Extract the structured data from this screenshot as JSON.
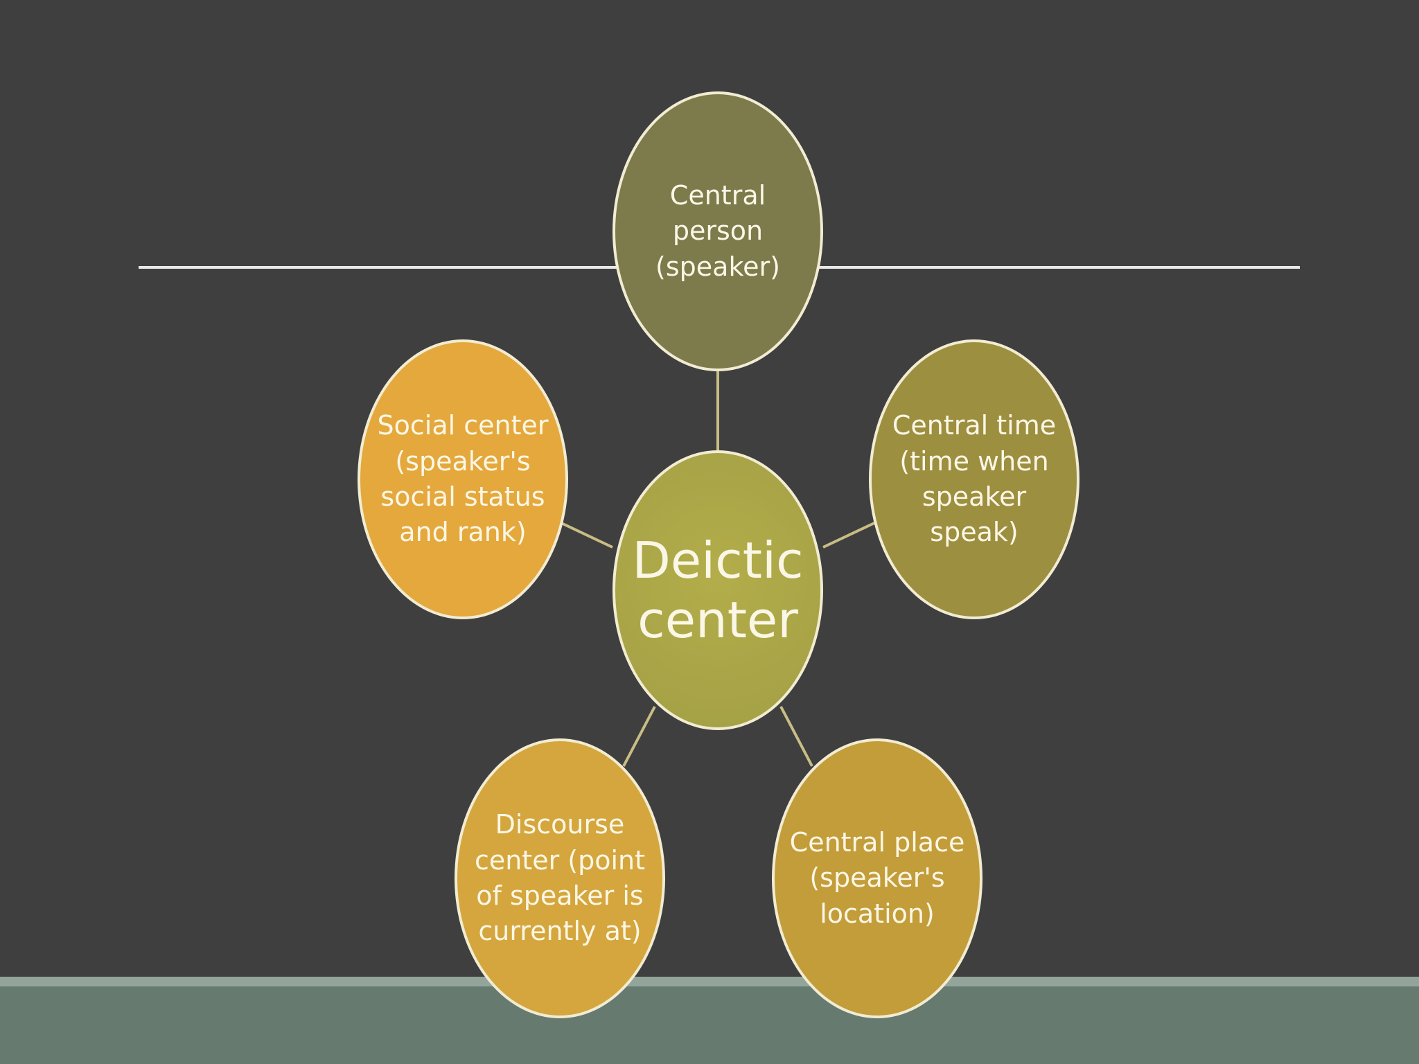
{
  "diagram": {
    "center": "Deictic\ncenter",
    "top": "Central\nperson\n(speaker)",
    "right": "Central time\n(time when\nspeaker\nspeak)",
    "left": "Social center\n(speaker's\nsocial status\nand rank)",
    "bottom_left": "Discourse\ncenter (point\nof speaker is\ncurrently at)",
    "bottom_right": "Central place\n(speaker's\nlocation)"
  },
  "colors": {
    "background": "#3f3f3f",
    "footer": "#667a70",
    "center": "#aaa547",
    "top": "#7d7a4c",
    "right": "#9d8f40",
    "left": "#e4a83d",
    "bottom_left": "#d4a63d",
    "bottom_right": "#c39d3a"
  }
}
